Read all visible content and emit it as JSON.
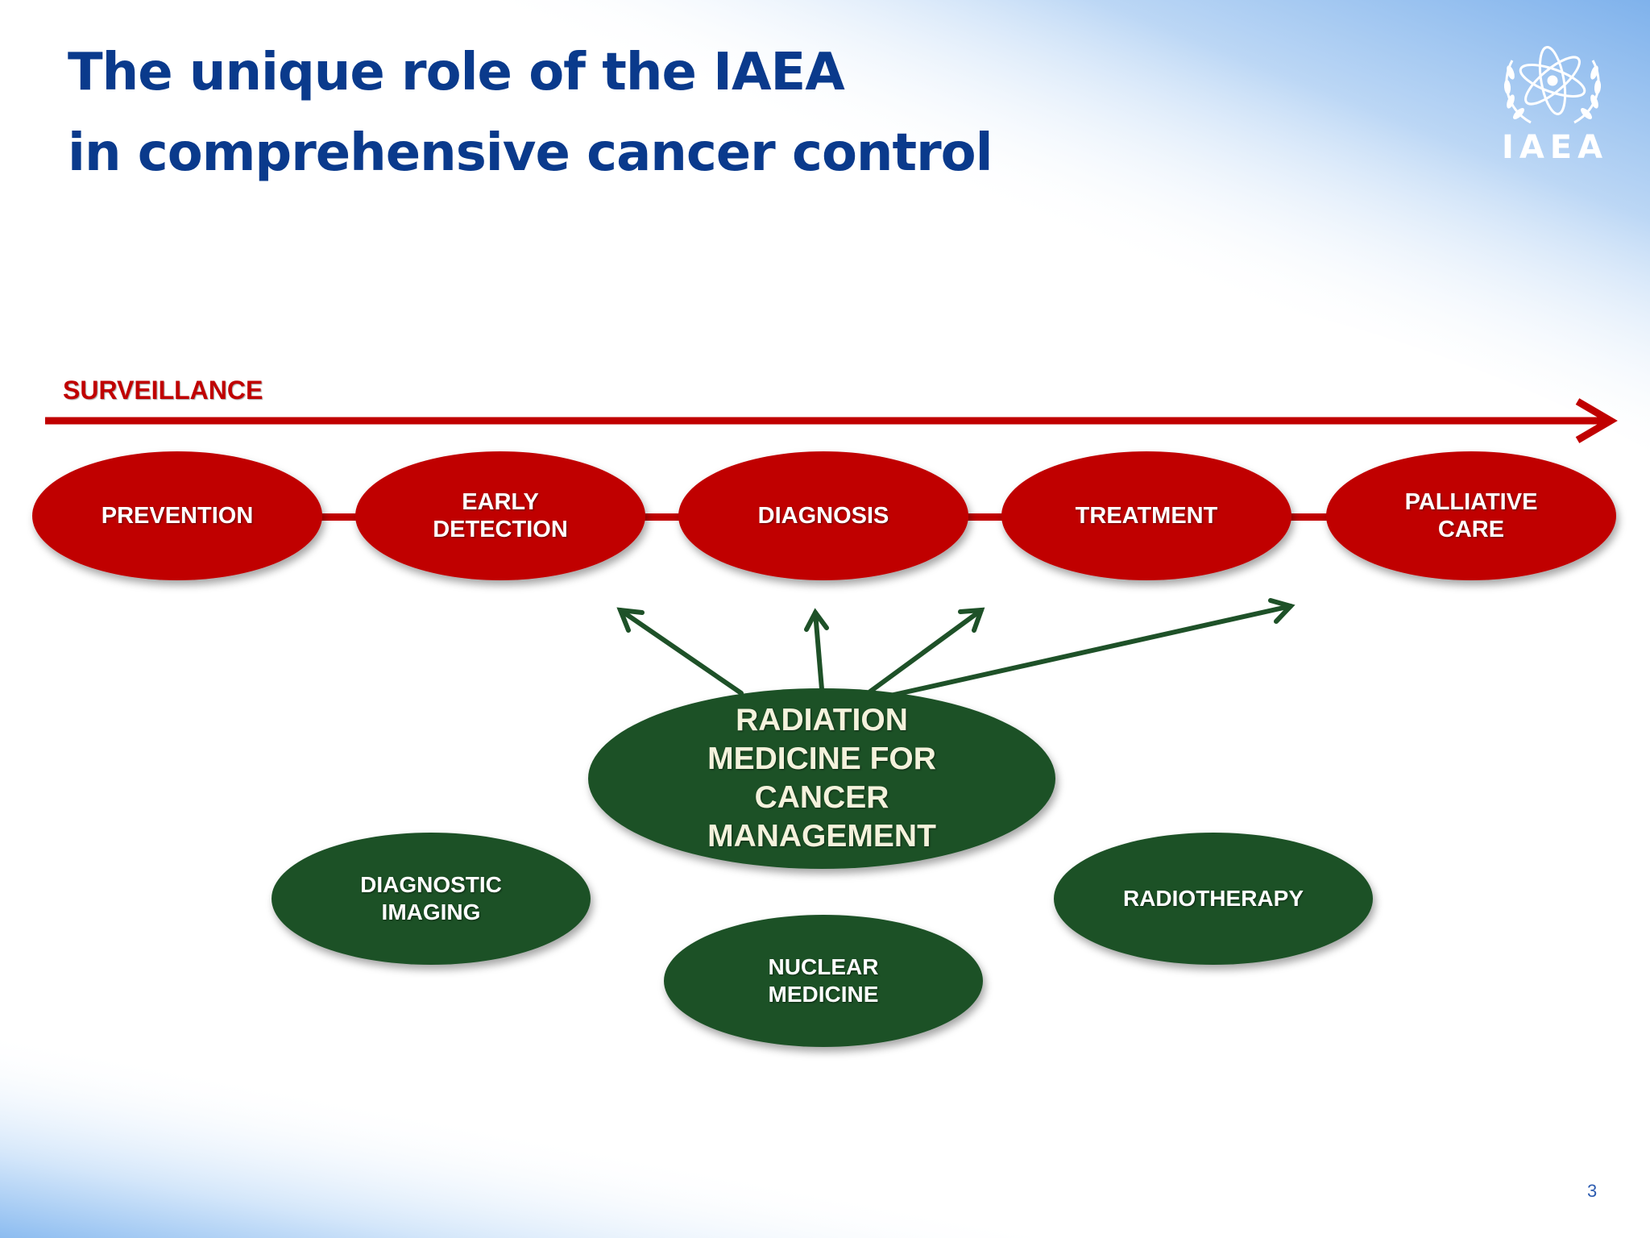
{
  "title": {
    "line1": "The unique role of the IAEA",
    "line2": "in comprehensive cancer control"
  },
  "logo": {
    "icon": "iaea-emblem-icon",
    "text": "IAEA"
  },
  "surveillance_label": "SURVEILLANCE",
  "stages": [
    {
      "id": "prevention",
      "label": "PREVENTION"
    },
    {
      "id": "early-detection",
      "label": "EARLY\nDETECTION"
    },
    {
      "id": "diagnosis",
      "label": "DIAGNOSIS"
    },
    {
      "id": "treatment",
      "label": "TREATMENT"
    },
    {
      "id": "palliative-care",
      "label": "PALLIATIVE\nCARE"
    }
  ],
  "center": {
    "label": "RADIATION\nMEDICINE FOR\nCANCER\nMANAGEMENT",
    "arrows_to": [
      "early-detection",
      "diagnosis",
      "treatment",
      "palliative-care"
    ]
  },
  "modalities": [
    {
      "id": "diagnostic-imaging",
      "label": "DIAGNOSTIC\nIMAGING"
    },
    {
      "id": "nuclear-medicine",
      "label": "NUCLEAR\nMEDICINE"
    },
    {
      "id": "radiotherapy",
      "label": "RADIOTHERAPY"
    }
  ],
  "colors": {
    "title": "#0a3a8c",
    "stage_fill": "#c00000",
    "center_fill": "#1e5128",
    "arrow": "#1e5128",
    "center_text": "#f4f2dc"
  },
  "page_number": "3"
}
